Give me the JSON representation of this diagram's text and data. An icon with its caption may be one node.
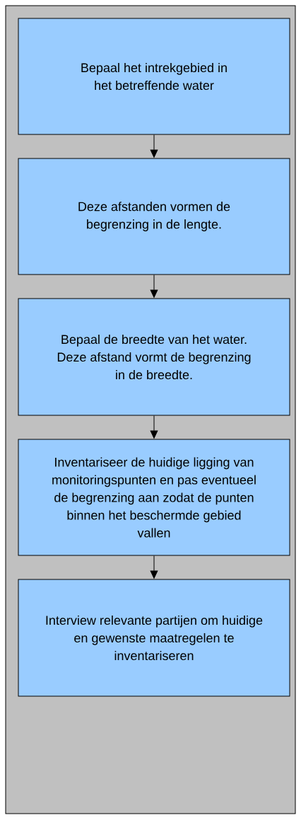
{
  "diagram": {
    "nodes": [
      {
        "text": [
          "Bepaal het intrekgebied in het betreffende water"
        ]
      },
      {
        "text": [
          "Deze afstanden vormen de begrenzing in de lengte."
        ]
      },
      {
        "text": [
          "Bepaal de breedte van het water. Deze afstand vormt de begrenzing in de breedte."
        ]
      },
      {
        "text": [
          "Inventariseer de huidige ligging van monitoringspunten en pas eventueel de begrenzing aan zodat de punten binnen het beschermde gebied vallen"
        ]
      },
      {
        "text": [
          "Interview relevante partijen om huidige en gewenste maatregelen te inventariseren"
        ]
      }
    ],
    "edges": [
      {
        "from": 0,
        "to": 1,
        "arrow": "to"
      },
      {
        "from": 1,
        "to": 2,
        "arrow": "to"
      },
      {
        "from": 2,
        "to": 3,
        "arrow": "to"
      },
      {
        "from": 3,
        "to": 4,
        "arrow": "to"
      }
    ]
  }
}
